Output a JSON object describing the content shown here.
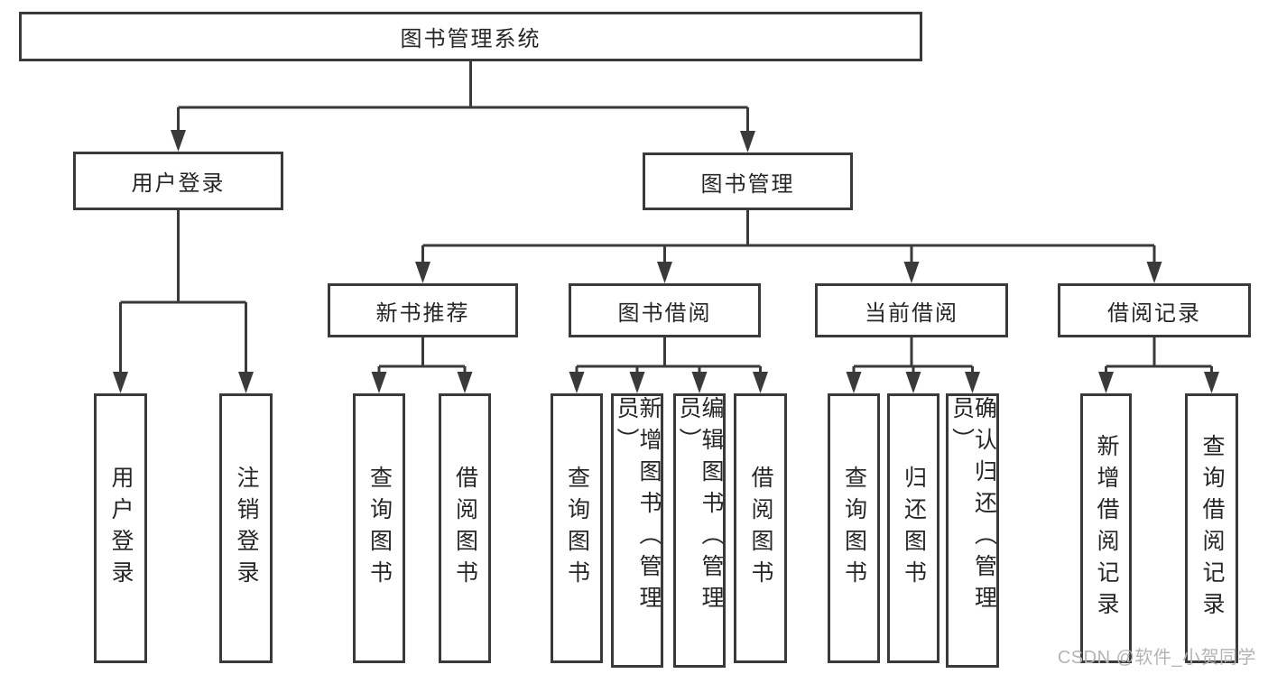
{
  "diagram": {
    "root": {
      "label": "图书管理系统"
    },
    "level2": [
      {
        "label": "用户登录"
      },
      {
        "label": "图书管理"
      }
    ],
    "level3": [
      {
        "label": "新书推荐"
      },
      {
        "label": "图书借阅"
      },
      {
        "label": "当前借阅"
      },
      {
        "label": "借阅记录"
      }
    ],
    "leaves": [
      {
        "label": "用户登录"
      },
      {
        "label": "注销登录"
      },
      {
        "label": "查询图书"
      },
      {
        "label": "借阅图书"
      },
      {
        "label": "查询图书"
      },
      {
        "label": "新增图书（管理员）"
      },
      {
        "label": "编辑图书（管理员）"
      },
      {
        "label": "借阅图书"
      },
      {
        "label": "查询图书"
      },
      {
        "label": "归还图书"
      },
      {
        "label": "确认归还（管理员）"
      },
      {
        "label": "新增借阅记录"
      },
      {
        "label": "查询借阅记录"
      }
    ]
  },
  "watermark": {
    "text": "CSDN @软件_小贺同学"
  },
  "colors": {
    "line": "#3a3a3a",
    "text": "#262626",
    "watermark": "#b4b4b4",
    "background": "#ffffff"
  }
}
